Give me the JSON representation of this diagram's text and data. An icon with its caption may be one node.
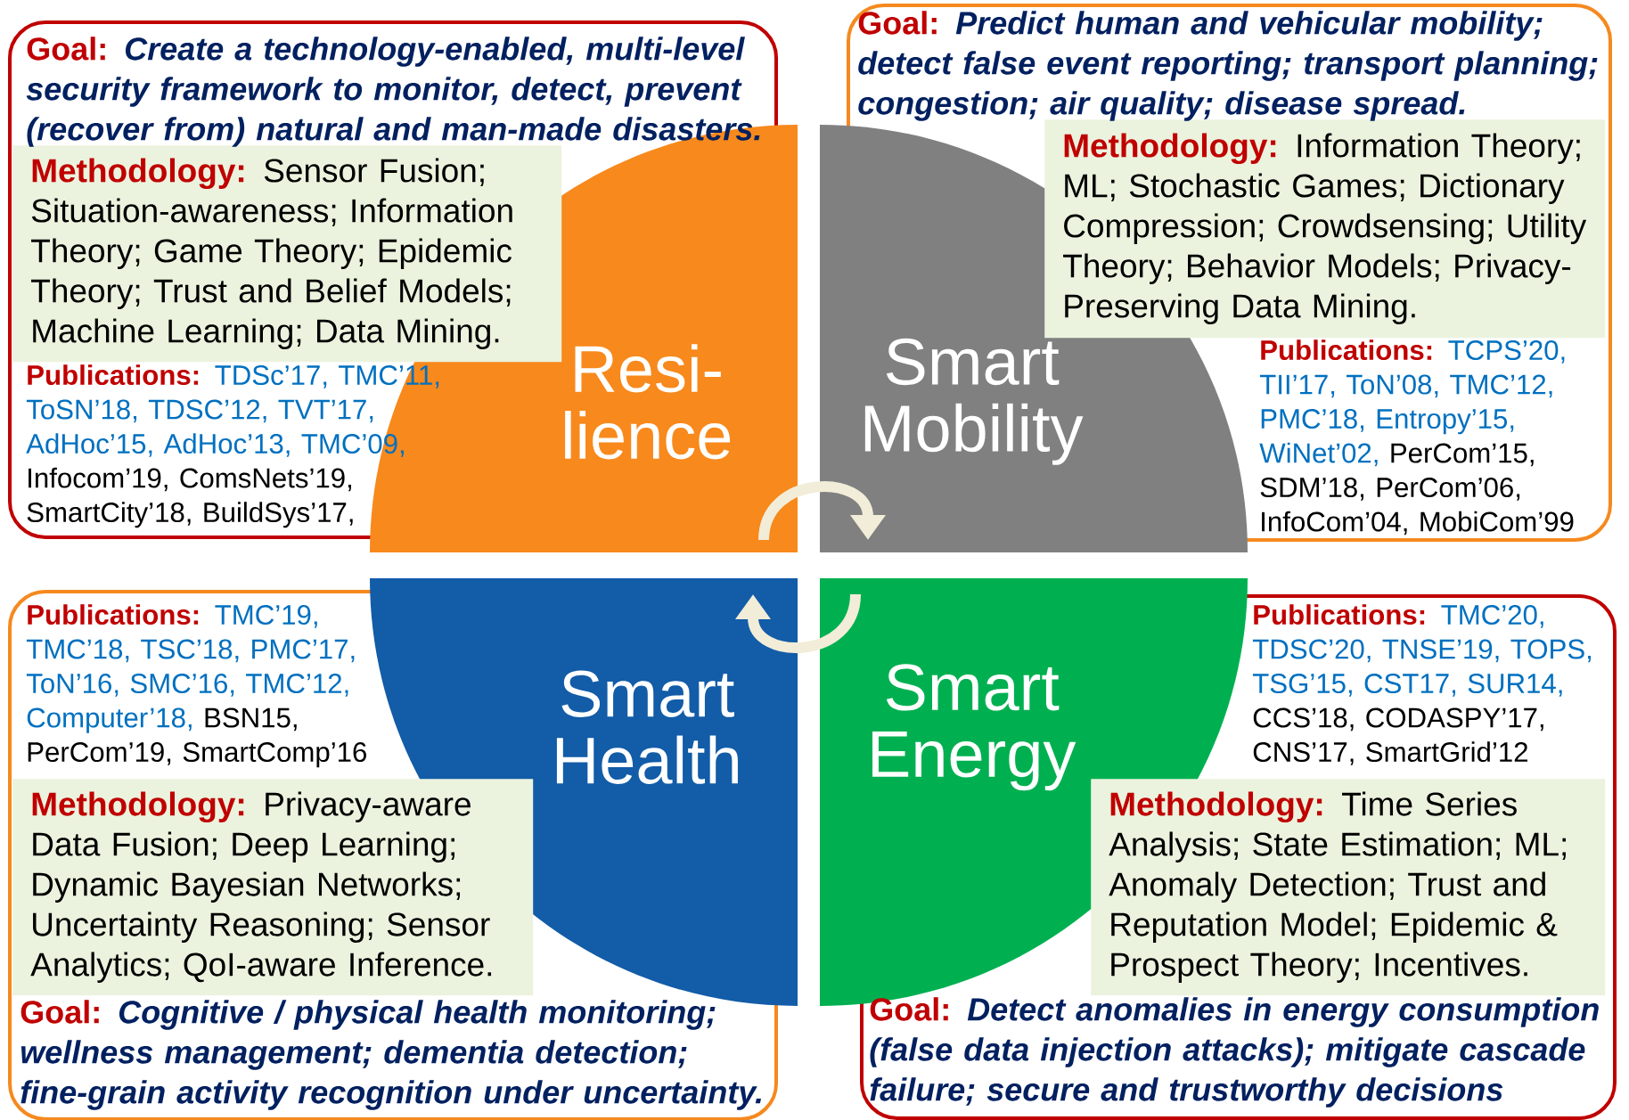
{
  "diagram": {
    "nodes": [
      {
        "text": [
          "Goal:",
          "Create a technology-enabled, multi-level security framework to monitor, detect, prevent (recover from) natural and man-made disasters.",
          "Publications:",
          "TDSc’17, TMC’11, ToSN’18, TDSC’12, TVT’17, AdHoc’15, AdHoc’13, TMC’09,",
          "Infocom’19, ComsNets’19, SmartCity’18, BuildSys’17,"
        ]
      },
      {
        "text": [
          "Methodology:",
          "Sensor Fusion; Situation-awareness; Information Theory; Game Theory; Epidemic Theory; Trust and Belief Models; Machine Learning; Data Mining."
        ],
        "in": 0
      },
      {
        "text": [
          "Goal:",
          "Predict human and vehicular mobility; detect false event reporting; transport planning; congestion; air quality; disease spread.",
          "Publications:",
          "TCPS’20, TII’17, ToN’08, TMC’12, PMC’18, Entropy’15, WiNet’02,",
          "PerCom’15, SDM’18, PerCom’06, InfoCom’04, MobiCom’99"
        ]
      },
      {
        "text": [
          "Methodology:",
          "Information Theory; ML; Stochastic Games; Dictionary Compression; Crowdsensing; Utility Theory; Behavior Models; Privacy-Preserving Data Mining."
        ],
        "in": 2
      },
      {
        "text": [
          "Resi- lience"
        ]
      },
      {
        "text": [
          "Smart Mobility"
        ]
      },
      {
        "text": [
          "Smart Health"
        ]
      },
      {
        "text": [
          "Smart Energy"
        ]
      },
      {
        "text": [
          "Publications:",
          "TMC’19, TMC’18, TSC’18, PMC’17, ToN’16, SMC’16, TMC’12, Computer’18,",
          "BSN15, PerCom’19, SmartComp’16",
          "Goal:",
          "Cognitive / physical health monitoring; wellness management; dementia detection; fine-grain activity recognition under uncertainty."
        ]
      },
      {
        "text": [
          "Methodology:",
          "Privacy-aware Data Fusion; Deep Learning; Dynamic Bayesian Networks; Uncertainty Reasoning; Sensor Analytics; QoI-aware Inference."
        ],
        "in": 8
      },
      {
        "text": [
          "Publications:",
          "TMC’20, TDSC’20, TNSE’19, TOPS, TSG’15, CST17, SUR14,",
          "CCS’18, CODASPY’17, CNS’17, SmartGrid’12",
          "Goal:",
          "Detect anomalies in energy consumption (false data injection attacks); mitigate cascade failure; secure and trustworthy decisions"
        ]
      },
      {
        "text": [
          "Methodology:",
          "Time Series Analysis; State Estimation; ML; Anomaly Detection; Trust and Reputation Model; Epidemic & Prospect Theory; Incentives."
        ],
        "in": 10
      }
    ],
    "edges": [
      {
        "from": 4,
        "to": 5,
        "arrow": "to"
      },
      {
        "from": 7,
        "to": 6,
        "arrow": "to"
      }
    ]
  }
}
